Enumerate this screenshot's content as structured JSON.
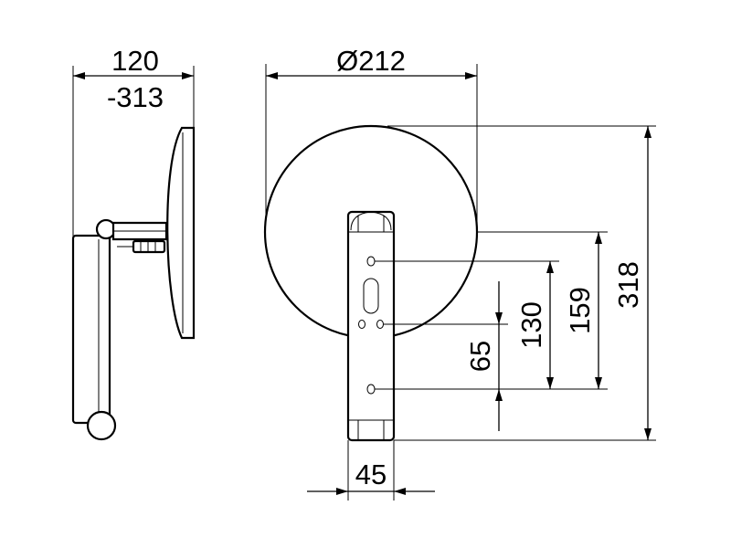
{
  "dimensions": {
    "side_depth_min": "120",
    "side_depth_max": "-313",
    "diameter": "Ø212",
    "total_height": "318",
    "hole_159": "159",
    "hole_130": "130",
    "hole_65": "65",
    "bracket_width": "45"
  }
}
